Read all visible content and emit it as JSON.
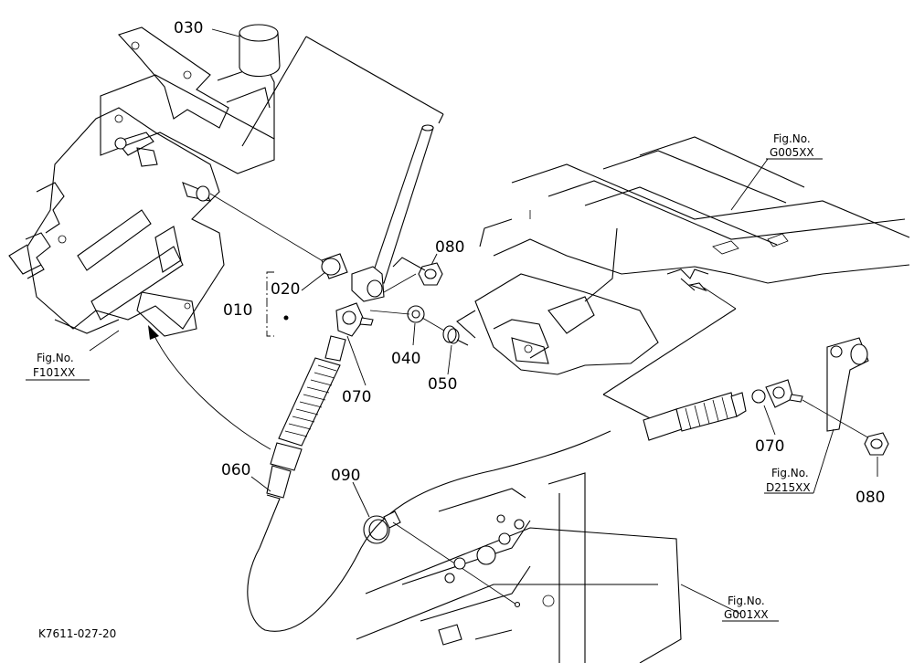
{
  "parts": {
    "p030": "030",
    "p020": "020",
    "p010": "010",
    "p080a": "080",
    "p040": "040",
    "p050": "050",
    "p070a": "070",
    "p060": "060",
    "p090": "090",
    "p070b": "070",
    "p080b": "080"
  },
  "figrefs": {
    "g005_title": "Fig.No.",
    "g005_code": "G005XX",
    "f101_title": "Fig.No.",
    "f101_code": "F101XX",
    "d215_title": "Fig.No.",
    "d215_code": "D215XX",
    "g001_title": "Fig.No.",
    "g001_code": "G001XX"
  },
  "drawing_code": "K7611-027-20"
}
